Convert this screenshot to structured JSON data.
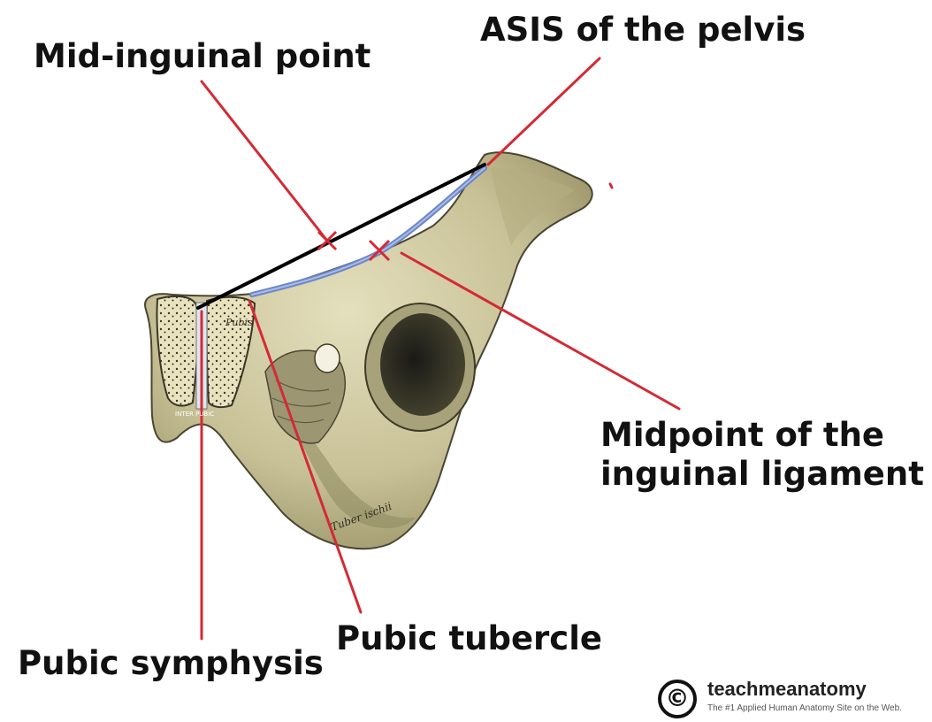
{
  "labels": {
    "asis": "ASIS of the pelvis",
    "mid_inguinal_point": "Mid-inguinal point",
    "midpoint_line1": "Midpoint of the",
    "midpoint_line2": "inguinal ligament",
    "pubic_tubercle": "Pubic tubercle",
    "pubic_symphysis": "Pubic symphysis"
  },
  "bone_text": {
    "pubis": "Pubis",
    "tuber_ischii": "Tuber ischii",
    "inter_pubic": "INTER PUBIC"
  },
  "branding": {
    "mark": "©",
    "name": "teachmeanatomy",
    "tagline": "The #1 Applied Human Anatomy Site on the Web."
  },
  "colors": {
    "leader_line": "#d42a35",
    "ligament": "#6b85c8",
    "asis_to_symphysis_line": "#000000",
    "bone": "#c9c39a",
    "bone_shadow": "#7d7750"
  }
}
